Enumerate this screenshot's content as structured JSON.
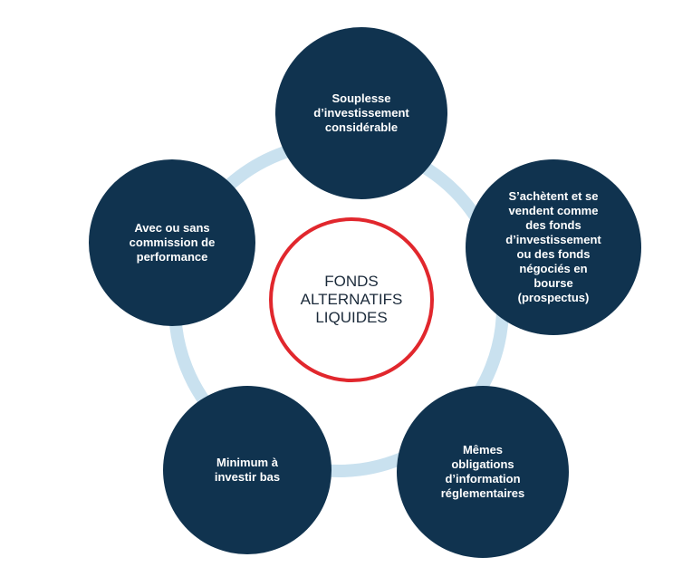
{
  "center": {
    "label": "FONDS\nALTERNATIFS\nLIQUIDES"
  },
  "nodes": [
    {
      "label": "Souplesse\nd’investissement\nconsidérable"
    },
    {
      "label": "S’achètent et se\nvendent comme\ndes fonds\nd’investissement\nou des fonds\nnégociés en\nbourse\n(prospectus)"
    },
    {
      "label": "Mêmes\nobligations\nd’information\nréglementaires"
    },
    {
      "label": "Minimum à\ninvestir bas"
    },
    {
      "label": "Avec ou sans\ncommission de\nperformance"
    }
  ],
  "colors": {
    "node_fill": "#10334f",
    "ring": "#c9e1ef",
    "center_border": "#e1272d",
    "center_text": "#1b2a3a"
  }
}
